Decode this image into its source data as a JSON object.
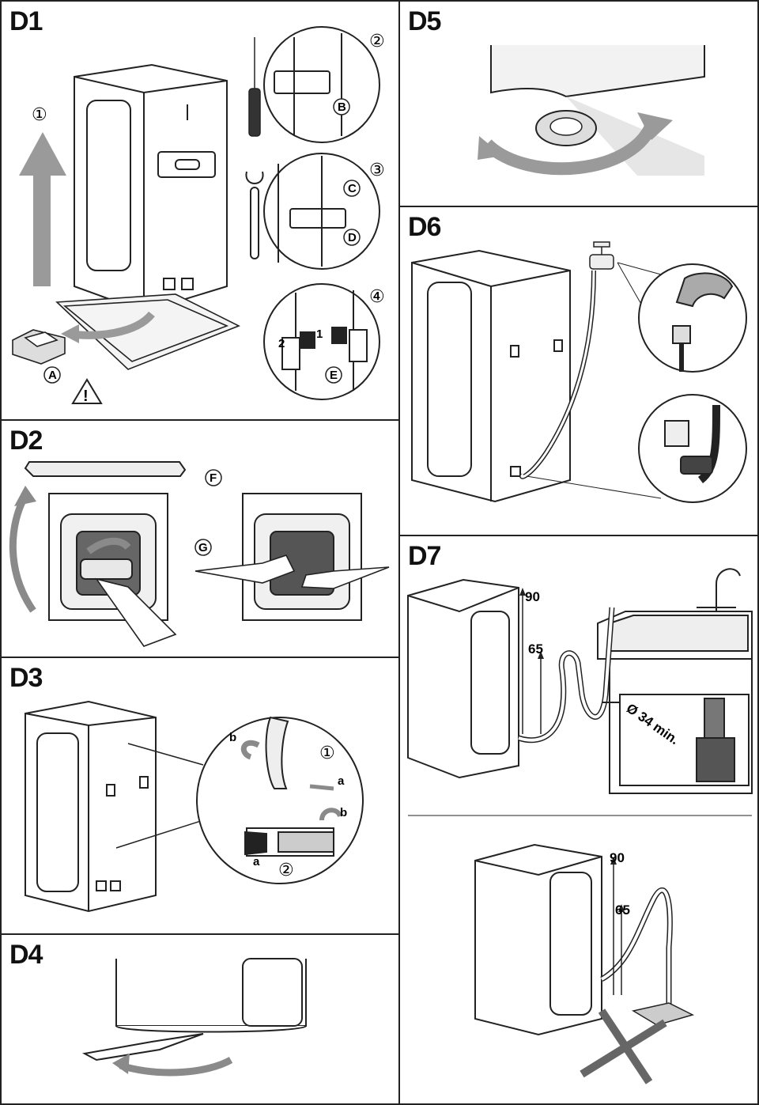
{
  "panels": {
    "d1": {
      "title": "D1",
      "steps": [
        "①",
        "②",
        "③",
        "④"
      ],
      "labels": [
        "A",
        "B",
        "C",
        "D",
        "E"
      ],
      "nums": [
        "1",
        "2"
      ],
      "warning": "!"
    },
    "d2": {
      "title": "D2",
      "labels": [
        "F",
        "G"
      ]
    },
    "d3": {
      "title": "D3",
      "steps": [
        "①",
        "②"
      ],
      "letters": [
        "a",
        "b"
      ]
    },
    "d4": {
      "title": "D4"
    },
    "d5": {
      "title": "D5"
    },
    "d6": {
      "title": "D6"
    },
    "d7": {
      "title": "D7",
      "dim_high": "90",
      "dim_low": "65",
      "diameter": "Ø 34 min."
    }
  },
  "colors": {
    "line": "#222222",
    "arrow_gray": "#8a8a8a",
    "arrow_light": "#c8c8c8",
    "shade": "#e6e6e6"
  }
}
